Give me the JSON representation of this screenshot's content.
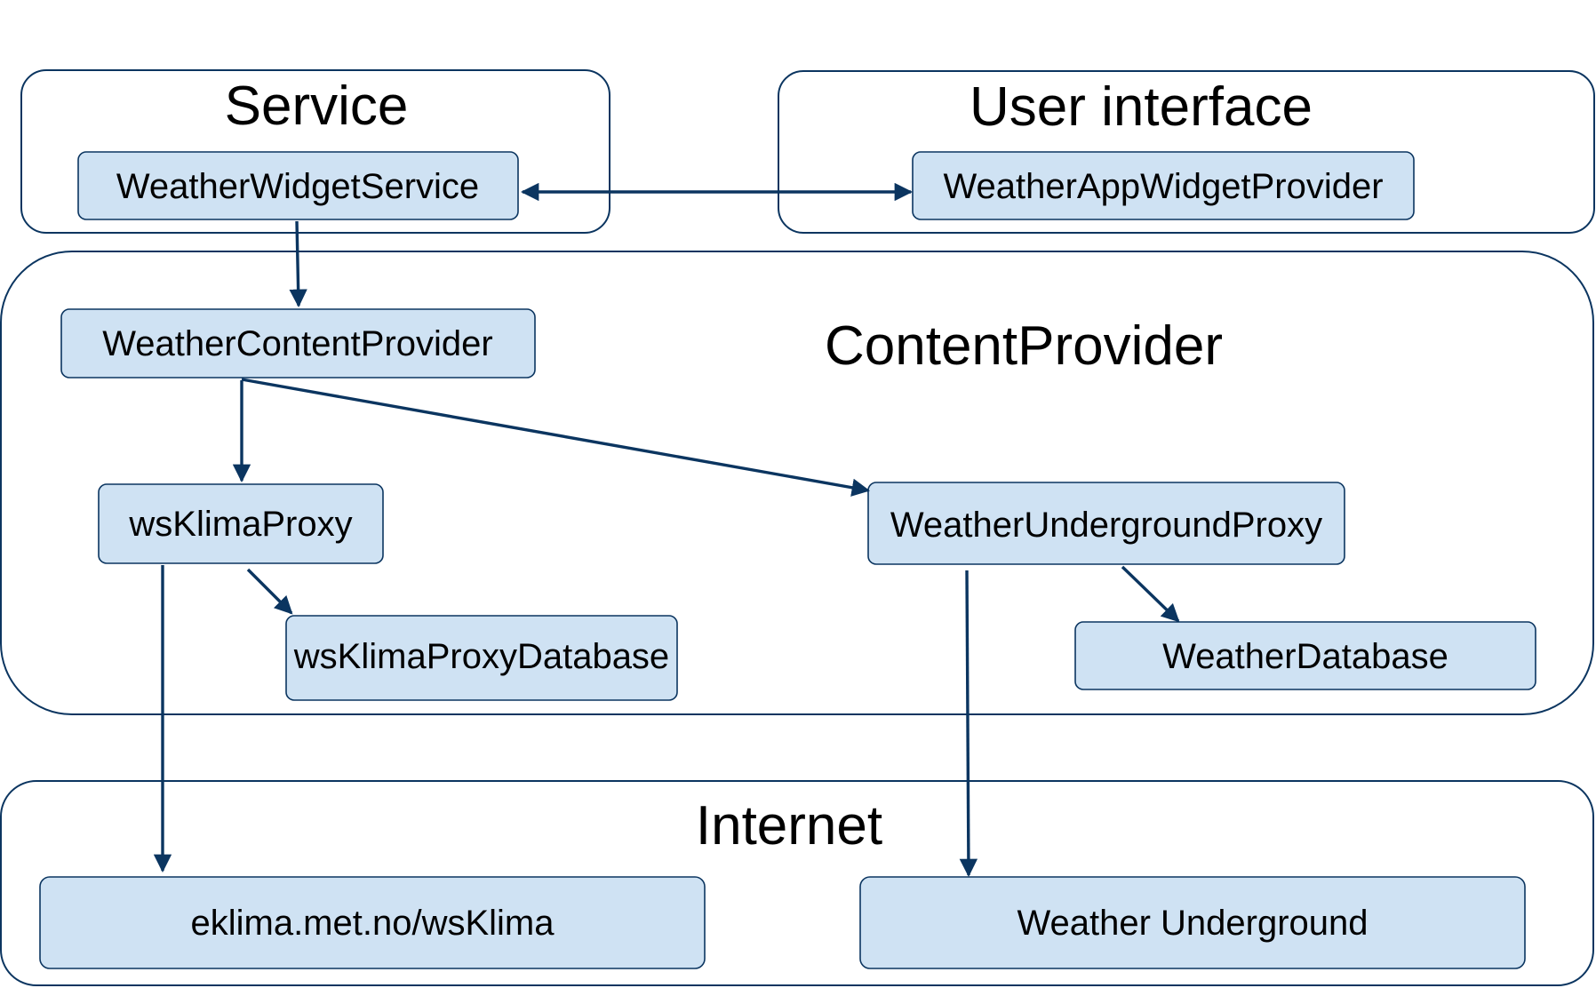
{
  "groups": {
    "service": {
      "title": "Service"
    },
    "user_interface": {
      "title": "User interface"
    },
    "content_provider": {
      "title": "ContentProvider"
    },
    "internet": {
      "title": "Internet"
    }
  },
  "nodes": {
    "weather_widget_service": {
      "label": "WeatherWidgetService"
    },
    "weather_app_widget_provider": {
      "label": "WeatherAppWidgetProvider"
    },
    "weather_content_provider": {
      "label": "WeatherContentProvider"
    },
    "ws_klima_proxy": {
      "label": "wsKlimaProxy"
    },
    "weather_underground_proxy": {
      "label": "WeatherUndergroundProxy"
    },
    "ws_klima_proxy_database": {
      "label": "wsKlimaProxyDatabase"
    },
    "weather_database": {
      "label": "WeatherDatabase"
    },
    "eklima": {
      "label": "eklima.met.no/wsKlima"
    },
    "weather_underground": {
      "label": "Weather Underground"
    }
  },
  "colors": {
    "node_fill": "#cfe2f3",
    "stroke": "#0b3560",
    "text": "#000000"
  }
}
